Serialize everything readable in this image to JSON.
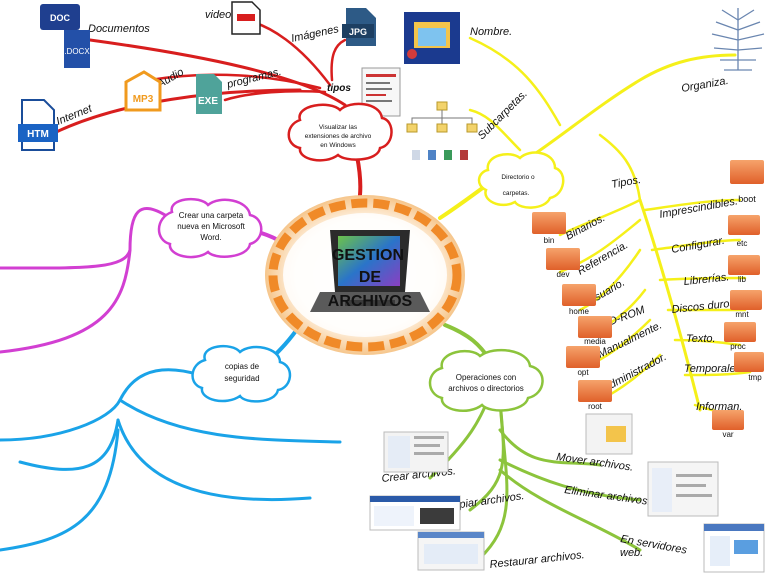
{
  "center": {
    "line1": "GESTION",
    "line2": "DE",
    "line3": "ARCHIVOS"
  },
  "clouds": {
    "visualizar": {
      "line1": "Visualizar las",
      "line2": "extensiones de archivo",
      "line3": "en Windows"
    },
    "crear_carpeta": {
      "line1": "Crear una carpeta",
      "line2": "nueva en Microsoft",
      "line3": "Word."
    },
    "copias": {
      "line1": "copias de",
      "line2": "seguridad"
    },
    "operaciones": {
      "line1": "Operaciones con",
      "line2": "archivos o directorios"
    },
    "directorio": {
      "line1": "Directorio o",
      "line2": "carpetas."
    }
  },
  "red_branch": {
    "tipos": "tipos",
    "items": [
      "Documentos",
      "video",
      "Imágenes",
      "Audio",
      "programas.",
      "Internet"
    ],
    "file_icons": {
      "doc": "DOC",
      "docx": ".DOCX",
      "jpg": "JPG",
      "mp3": "MP3",
      "exe": "EXE",
      "htm": "HTM"
    }
  },
  "yellow_branch": {
    "nombre": "Nombre.",
    "organiza": "Organiza.",
    "subcarpetas": "Subcarpetas.",
    "tipos": "Tipos.",
    "left_items": [
      "Binarios.",
      "Referencia.",
      "Usuario.",
      "CD-ROM",
      "Manualmente.",
      "Administrador."
    ],
    "right_items": [
      "Imprescindibles.",
      "Configurar.",
      "Librerías.",
      "Discos duros.",
      "Texto.",
      "Temporales.",
      "Informan."
    ],
    "folder_labels": [
      "bin",
      "dev",
      "home",
      "media",
      "opt",
      "root",
      "boot",
      "etc",
      "lib",
      "mnt",
      "proc",
      "tmp",
      "var"
    ]
  },
  "green_branch": {
    "items": [
      "Crear  archivos.",
      "Copiar  archivos.",
      "Restaurar archivos.",
      "Mover archivos.",
      "Eliminar archivos.",
      "En servidores",
      "web."
    ]
  },
  "colors": {
    "red": "#d81e1e",
    "yellow": "#f5f01a",
    "green": "#8cc43c",
    "blue": "#1aa3e8",
    "magenta": "#d23fd2",
    "orange": "#f08a28",
    "folder": "#ee7a3a"
  }
}
